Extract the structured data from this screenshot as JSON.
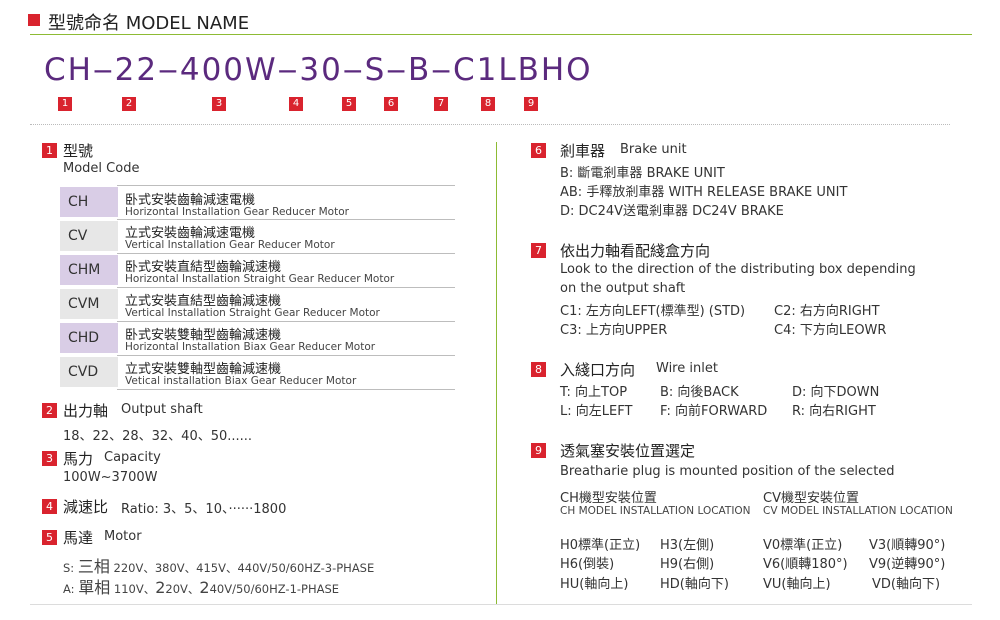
{
  "header": {
    "title": "型號命名 MODEL NAME"
  },
  "model_code": "CH‒22‒400W‒30‒S‒B‒C1LBHO",
  "positions": [
    "1",
    "2",
    "3",
    "4",
    "5",
    "6",
    "7",
    "8",
    "9"
  ],
  "sec1": {
    "num": "1",
    "title_cn": "型號",
    "title_en": "Model Code",
    "rows": [
      {
        "code": "CH",
        "cn": "卧式安裝齒輪減速電機",
        "en": "Horizontal Installation Gear Reducer Motor"
      },
      {
        "code": "CV",
        "cn": "立式安裝齒輪減速電機",
        "en": "Vertical Installation Gear Reducer Motor"
      },
      {
        "code": "CHM",
        "cn": "卧式安裝直結型齒輪減速機",
        "en": "Horizontal Installation Straight Gear Reducer Motor"
      },
      {
        "code": "CVM",
        "cn": "立式安裝直結型齒輪減速機",
        "en": "Vertical Installation Straight Gear Reducer Motor"
      },
      {
        "code": "CHD",
        "cn": "卧式安裝雙軸型齒輪減速機",
        "en": "Horizontal Installation Biax Gear Reducer Motor"
      },
      {
        "code": "CVD",
        "cn": "立式安裝雙軸型齒輪減速機",
        "en": "Vetical installation Biax Gear Reducer Motor"
      }
    ]
  },
  "sec2": {
    "num": "2",
    "title_cn": "出力軸",
    "title_en": "Output shaft",
    "values": "18、22、28、32、40、50......"
  },
  "sec3": {
    "num": "3",
    "title_cn": "馬力",
    "title_en": "Capacity",
    "values": "100W~3700W"
  },
  "sec4": {
    "num": "4",
    "title_cn": "減速比",
    "title_en": "Ratio: 3、5、10、······1800"
  },
  "sec5": {
    "num": "5",
    "title_cn": "馬達",
    "title_en": "Motor",
    "line1_pre": "S: ",
    "line1_big": "三相",
    "line1_rest": " 220V、380V、415V、440V/50/60HZ-3-PHASE",
    "line2_pre": "A: ",
    "line2_big": "單相",
    "line2_a": " 110V、",
    "line2_b": "2",
    "line2_c": "20V、",
    "line2_d": "2",
    "line2_e": "40V/50/60HZ-1-PHASE"
  },
  "sec6": {
    "num": "6",
    "title_cn": "剎車器",
    "title_en": "Brake unit",
    "lines": [
      "B: 斷電剎車器 BRAKE UNIT",
      "AB: 手釋放剎車器 WITH RELEASE BRAKE UNIT",
      "D: DC24V送電剎車器 DC24V BRAKE"
    ]
  },
  "sec7": {
    "num": "7",
    "title_cn": "依出力軸看配綫盒方向",
    "desc1": "Look to the direction of the distributing box depending",
    "desc2": "on the output shaft",
    "c1": "C1: 左方向LEFT(標準型) (STD)",
    "c2": "C2: 右方向RIGHT",
    "c3": "C3: 上方向UPPER",
    "c4": "C4: 下方向LEOWR"
  },
  "sec8": {
    "num": "8",
    "title_cn": "入綫口方向",
    "title_en": "Wire inlet",
    "t": "T: 向上TOP",
    "b": "B: 向後BACK",
    "d": "D: 向下DOWN",
    "l": "L: 向左LEFT",
    "f": "F: 向前FORWARD",
    "r": "R: 向右RIGHT"
  },
  "sec9": {
    "num": "9",
    "title_cn": "透氣塞安裝位置選定",
    "desc": "Breatharie plug is mounted position of the selected",
    "ch_cn": "CH機型安裝位置",
    "ch_en": "CH MODEL INSTALLATION LOCATION",
    "cv_cn": "CV機型安裝位置",
    "cv_en": "CV MODEL INSTALLATION LOCATION",
    "ch_rows": [
      [
        "H0標準(正立)",
        "H3(左側)"
      ],
      [
        "H6(倒裝)",
        "H9(右側)"
      ],
      [
        "HU(軸向上)",
        "HD(軸向下)"
      ]
    ],
    "cv_rows": [
      [
        "V0標準(正立)",
        "V3(順轉90°)"
      ],
      [
        "V6(順轉180°)",
        "V9(逆轉90°)"
      ],
      [
        "VU(軸向上)",
        "VD(軸向下)"
      ]
    ]
  },
  "colors": {
    "accent_red": "#d9232e",
    "model_purple": "#5b2a7e",
    "rule_green": "#8dbb34",
    "code_purple_bg": "#d9cde6",
    "code_gray_bg": "#e7e7e7"
  }
}
